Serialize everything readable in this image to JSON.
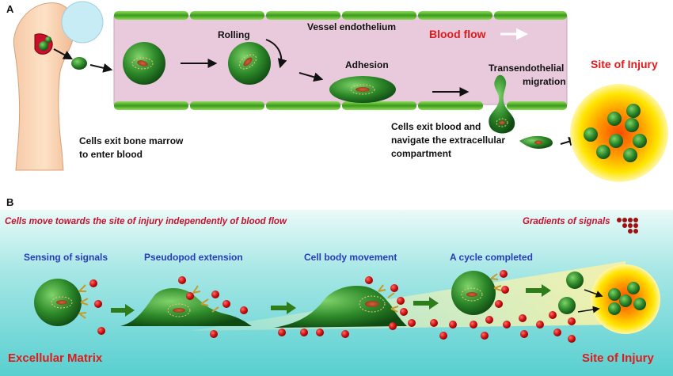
{
  "panel_a": {
    "label": "A",
    "vessel_label": "Vessel endothelium",
    "blood_flow": "Blood flow",
    "rolling": "Rolling",
    "adhesion": "Adhesion",
    "transmigration_line1": "Transendothelial",
    "transmigration_line2": "migration",
    "exit_marrow_line1": "Cells exit bone marrow",
    "exit_marrow_line2": "to enter blood",
    "exit_blood_line1": "Cells exit blood and",
    "exit_blood_line2": "navigate the extracellular",
    "exit_blood_line3": "compartment",
    "site_of_injury": "Site of Injury"
  },
  "panel_b": {
    "label": "B",
    "header": "Cells move towards the site of injury independently of blood flow",
    "gradients": "Gradients of signals",
    "stages": [
      "Sensing of signals",
      "Pseudopod extension",
      "Cell body movement",
      "A cycle completed"
    ],
    "matrix": "Excellular Matrix",
    "site_of_injury": "Site of Injury"
  },
  "colors": {
    "title_red": "#e01b1b",
    "stage_blue": "#2a3bb8",
    "cell_green": "#1f7a1f",
    "vessel_pink": "#e9c9dc",
    "endothelium_green": "#59b52c",
    "signal_red": "#cc1111",
    "injury_yellow": "#ffe600",
    "injury_orange": "#ff6a00"
  }
}
